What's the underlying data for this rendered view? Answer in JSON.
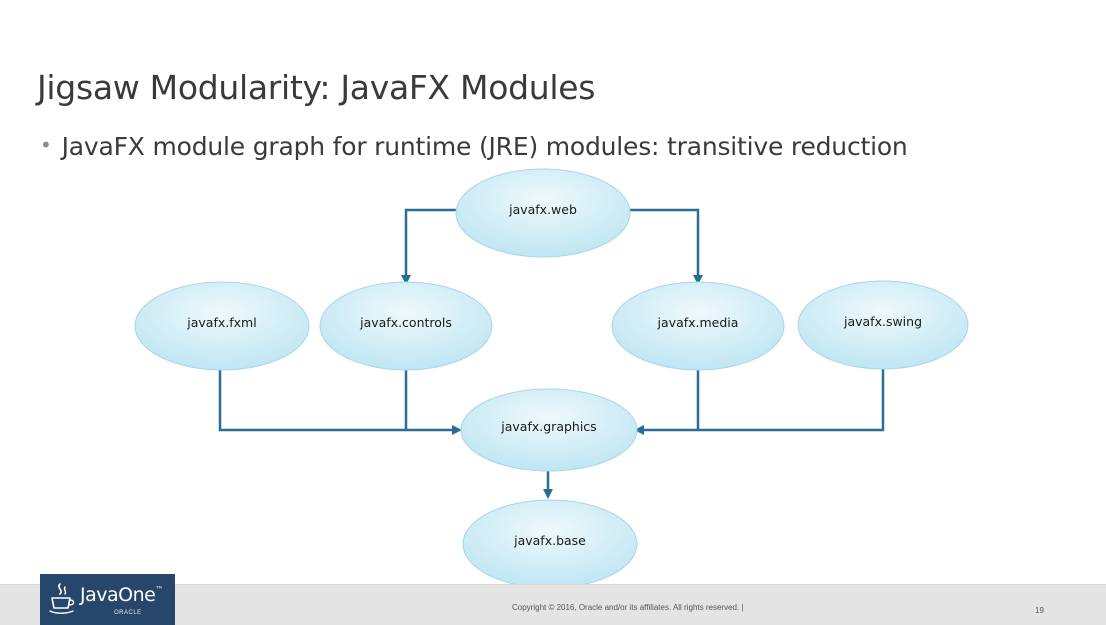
{
  "slide": {
    "title": "Jigsaw Modularity: JavaFX Modules",
    "bullet": "JavaFX module graph for runtime (JRE) modules: transitive reduction"
  },
  "diagram": {
    "nodes": [
      {
        "id": "web",
        "label": "javafx.web"
      },
      {
        "id": "fxml",
        "label": "javafx.fxml"
      },
      {
        "id": "controls",
        "label": "javafx.controls"
      },
      {
        "id": "media",
        "label": "javafx.media"
      },
      {
        "id": "swing",
        "label": "javafx.swing"
      },
      {
        "id": "graphics",
        "label": "javafx.graphics"
      },
      {
        "id": "base",
        "label": "javafx.base"
      }
    ],
    "edges": [
      {
        "from": "web",
        "to": "controls"
      },
      {
        "from": "web",
        "to": "media"
      },
      {
        "from": "fxml",
        "to": "graphics"
      },
      {
        "from": "controls",
        "to": "graphics"
      },
      {
        "from": "media",
        "to": "graphics"
      },
      {
        "from": "swing",
        "to": "graphics"
      },
      {
        "from": "graphics",
        "to": "base"
      }
    ],
    "colors": {
      "node_fill_light": "#eef9fc",
      "node_fill_dark": "#bfe6f3",
      "node_stroke": "#a9d6e8",
      "connector": "#2a6f93"
    }
  },
  "footer": {
    "logo_text": "JavaOne",
    "logo_trademark": "™",
    "logo_sub": "ORACLE",
    "copyright": "Copyright © 2016, Oracle and/or its affiliates. All rights reserved.  |",
    "page_number": "19"
  }
}
